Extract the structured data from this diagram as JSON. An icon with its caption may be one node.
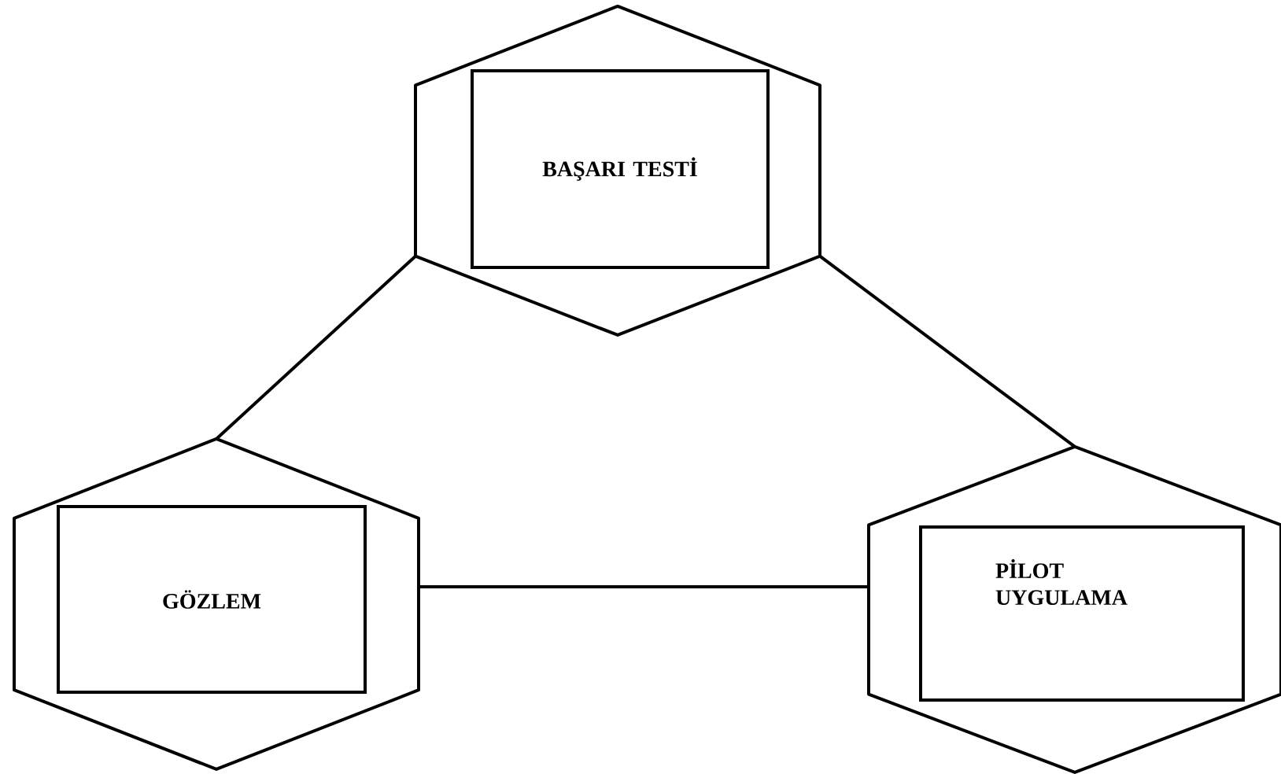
{
  "diagram": {
    "nodes": [
      {
        "text": [],
        "shape": "hexagon"
      },
      {
        "text": [
          "BAŞARI TESTİ"
        ],
        "in": 0
      },
      {
        "text": [],
        "shape": "hexagon"
      },
      {
        "text": [
          "GÖZLEM"
        ],
        "in": 2
      },
      {
        "text": [],
        "shape": "hexagon"
      },
      {
        "text": [
          "PİLOT UYGULAMA"
        ],
        "in": 4
      }
    ],
    "edges": [
      {
        "from": 0,
        "to": 2,
        "arrow": "none"
      },
      {
        "from": 0,
        "to": 4,
        "arrow": "none"
      },
      {
        "from": 3,
        "to": 4,
        "arrow": "none"
      }
    ]
  }
}
